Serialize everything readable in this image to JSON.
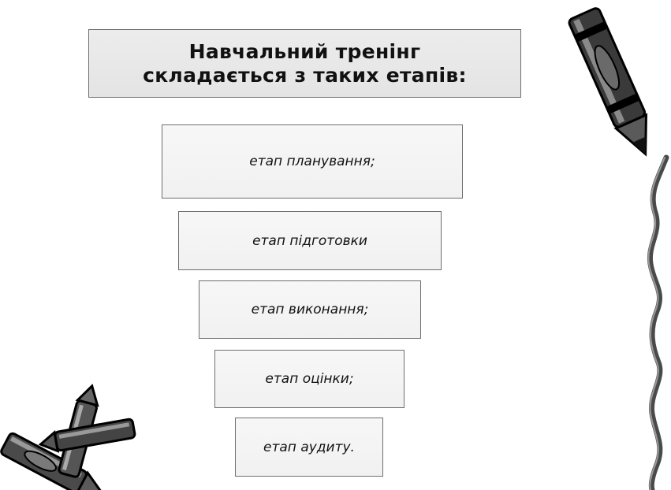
{
  "title": "Навчальний тренінг складається з таких етапів:",
  "stages": [
    "етап планування;",
    "етап підготовки",
    "етап виконання;",
    "етап оцінки;",
    "етап аудиту."
  ],
  "decorations": {
    "top_right": "crayon-icon",
    "bottom_left": "crayons-icon",
    "right_edge": "wavy-line"
  }
}
